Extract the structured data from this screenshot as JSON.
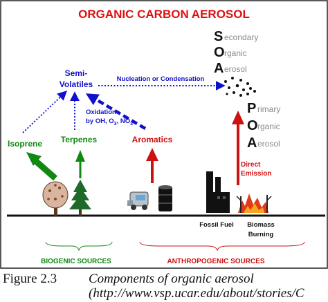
{
  "title": "ORGANIC CARBON AEROSOL",
  "soa": {
    "letters": [
      "S",
      "O",
      "A"
    ],
    "rests": [
      "econdary",
      "rganic",
      "erosol"
    ]
  },
  "poa": {
    "letters": [
      "P",
      "O",
      "A"
    ],
    "rests": [
      "rimary",
      "rganic",
      "erosol"
    ]
  },
  "semi_volatiles": [
    "Semi-",
    "Volatiles"
  ],
  "nucleation_label": "Nucleation or Condensation",
  "oxidation": {
    "line1": "Oxidation",
    "line2_prefix": "by OH, O",
    "line2_sub1": "3",
    "line2_mid": ", NO",
    "line2_sub2": "3"
  },
  "sources": {
    "isoprene": "Isoprene",
    "terpenes": "Terpenes",
    "aromatics": "Aromatics"
  },
  "direct_emission": [
    "Direct",
    "Emission"
  ],
  "emitters": {
    "fossil_fuel": "Fossil Fuel",
    "biomass_burning": [
      "Biomass",
      "Burning"
    ]
  },
  "categories": {
    "biogenic": "BIOGENIC SOURCES",
    "anthropogenic": "ANTHROPOGENIC SOURCES"
  },
  "caption": {
    "figure": "Figure 2.3",
    "title": "Components of organic aerosol",
    "url": "(http://www.vsp.ucar.edu/about/stories/C"
  },
  "colors": {
    "title_red": "#dd1111",
    "blue": "#1111cc",
    "green": "#118811",
    "red": "#cc1111",
    "gray_text": "#8a8a8a"
  },
  "icons": [
    "deciduous-tree-icon",
    "conifer-tree-icon",
    "vehicle-icon",
    "oil-barrel-icon",
    "factory-icon",
    "fire-icon",
    "particle-cloud-icon"
  ]
}
